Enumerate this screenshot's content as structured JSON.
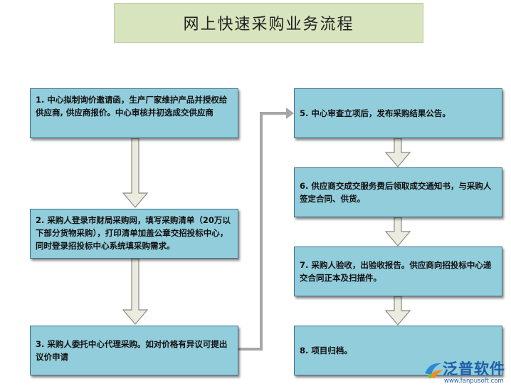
{
  "title": "网上快速采购业务流程",
  "steps": {
    "s1": "1. 中心拟制询价邀请函，生产厂家维护产品并授权给供应商, 供应商报价。中心审核并初选成交供应商",
    "s2": "2. 采购人登录市财局采购网，填写采购清单（20万以下部分货物采购），打印清单加盖公章交招投标中心，同时登录招投标中心系统填采购需求。",
    "s3": "3. 采购人委托中心代理采购。如对价格有异议可提出议价申请",
    "s5": "5. 中心审查立项后，发布采购结果公告。",
    "s6": "6. 供应商交成交服务费后领取成交通知书，与采购人签定合同、供货。",
    "s7": "7. 采购人验收，出验收报告。供应商向招投标中心递交合同正本及扫描件。",
    "s8": "8. 项目归档。"
  },
  "logo": {
    "name": "泛普软件",
    "url": "www.fanpusoft.com"
  },
  "colors": {
    "title_bg": "#d7e4bd",
    "step_bg": "#92cddc",
    "step_border": "#3a6f8a",
    "arrow_fill": "#ebebdf",
    "arrow_stroke": "#8a8a80",
    "connector": "#a6a6a6",
    "logo": "#1f5fa8"
  }
}
